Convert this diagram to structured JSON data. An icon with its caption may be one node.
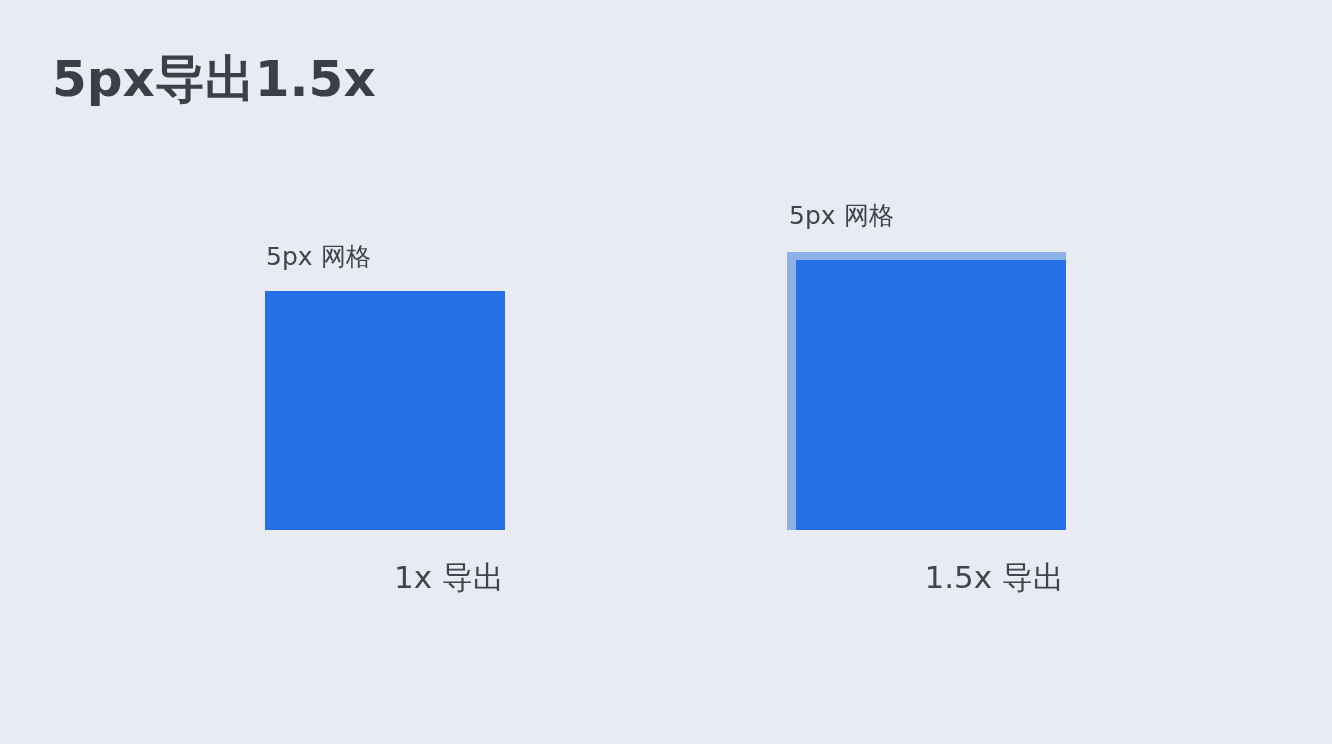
{
  "diagram": {
    "title": "5px导出1.5x",
    "nodes": [
      {
        "text": [
          "5px 网格"
        ],
        "beside": [
          "1x 导出"
        ]
      },
      {
        "text": [
          "5px 网格"
        ],
        "beside": [
          "1.5x 导出"
        ]
      }
    ]
  }
}
